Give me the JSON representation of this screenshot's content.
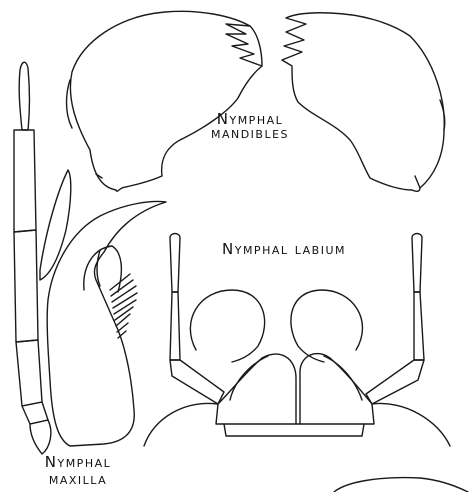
{
  "labels": {
    "mandibles_line1": "Nymphal",
    "mandibles_line2": "mandibles",
    "labium": "Nymphal labium",
    "maxilla_line1": "Nymphal",
    "maxilla_line2": "maxilla"
  },
  "colors": {
    "ink": "#1a1a1a",
    "background": "#ffffff"
  }
}
